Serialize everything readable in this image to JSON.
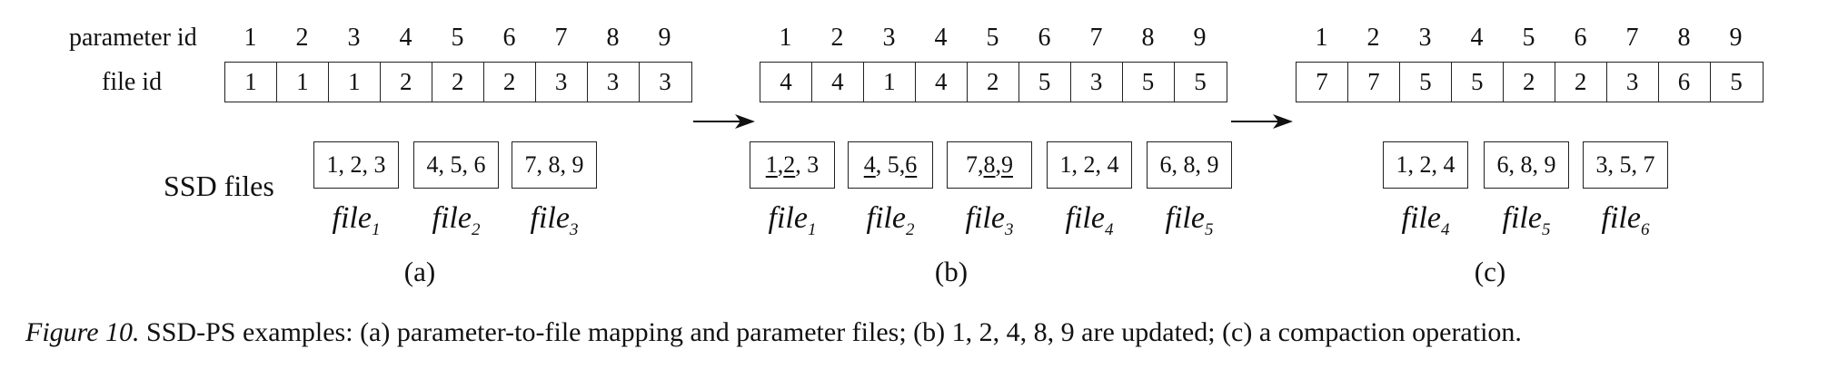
{
  "labels": {
    "parameter_id": "parameter id",
    "file_id": "file id",
    "ssd_files": "SSD files"
  },
  "panels": [
    {
      "tag": "(a)",
      "parameter_ids": [
        "1",
        "2",
        "3",
        "4",
        "5",
        "6",
        "7",
        "8",
        "9"
      ],
      "file_ids": [
        "1",
        "1",
        "1",
        "2",
        "2",
        "2",
        "3",
        "3",
        "3"
      ],
      "ssd_files": [
        {
          "parts": [
            {
              "t": "1, 2, 3"
            }
          ],
          "name": "file",
          "sub": "1"
        },
        {
          "parts": [
            {
              "t": "4, 5, 6"
            }
          ],
          "name": "file",
          "sub": "2"
        },
        {
          "parts": [
            {
              "t": "7, 8, 9"
            }
          ],
          "name": "file",
          "sub": "3"
        }
      ]
    },
    {
      "tag": "(b)",
      "parameter_ids": [
        "1",
        "2",
        "3",
        "4",
        "5",
        "6",
        "7",
        "8",
        "9"
      ],
      "file_ids": [
        "4",
        "4",
        "1",
        "4",
        "2",
        "5",
        "3",
        "5",
        "5"
      ],
      "ssd_files": [
        {
          "parts": [
            {
              "t": "1",
              "u": true
            },
            {
              "t": ", "
            },
            {
              "t": "2",
              "u": true
            },
            {
              "t": ", 3"
            }
          ],
          "name": "file",
          "sub": "1"
        },
        {
          "parts": [
            {
              "t": "4",
              "u": true
            },
            {
              "t": ", 5, "
            },
            {
              "t": "6",
              "u": true
            }
          ],
          "name": "file",
          "sub": "2"
        },
        {
          "parts": [
            {
              "t": "7, "
            },
            {
              "t": "8",
              "u": true
            },
            {
              "t": ", "
            },
            {
              "t": "9",
              "u": true
            }
          ],
          "name": "file",
          "sub": "3"
        },
        {
          "parts": [
            {
              "t": "1, 2, 4"
            }
          ],
          "name": "file",
          "sub": "4"
        },
        {
          "parts": [
            {
              "t": "6, 8, 9"
            }
          ],
          "name": "file",
          "sub": "5"
        }
      ]
    },
    {
      "tag": "(c)",
      "parameter_ids": [
        "1",
        "2",
        "3",
        "4",
        "5",
        "6",
        "7",
        "8",
        "9"
      ],
      "file_ids": [
        "7",
        "7",
        "5",
        "5",
        "2",
        "2",
        "3",
        "6",
        "5"
      ],
      "ssd_files": [
        {
          "parts": [
            {
              "t": "1, 2, 4"
            }
          ],
          "name": "file",
          "sub": "4"
        },
        {
          "parts": [
            {
              "t": "6, 8, 9"
            }
          ],
          "name": "file",
          "sub": "5"
        },
        {
          "parts": [
            {
              "t": "3, 5, 7"
            }
          ],
          "name": "file",
          "sub": "6"
        }
      ]
    }
  ],
  "caption": {
    "figure_label": "Figure 10.",
    "text": "SSD-PS examples: (a) parameter-to-file mapping and parameter files; (b) 1, 2, 4, 8, 9 are updated; (c) a compaction operation."
  }
}
